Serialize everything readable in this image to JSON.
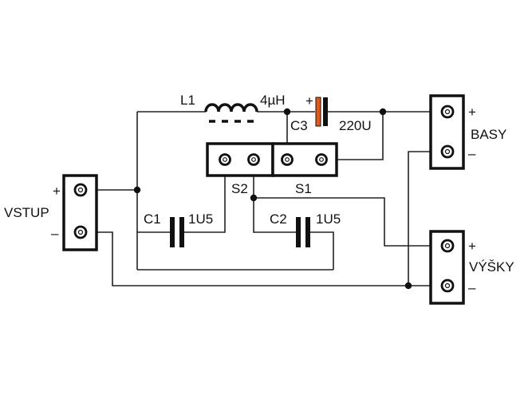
{
  "connectors": {
    "input": {
      "name": "VSTUP",
      "plus": "+",
      "minus": "–"
    },
    "bass": {
      "name": "BASY",
      "plus": "+",
      "minus": "–"
    },
    "treble": {
      "name": "VÝŠKY",
      "plus": "+",
      "minus": "–"
    }
  },
  "components": {
    "inductor": {
      "ref": "L1",
      "value": "4µH"
    },
    "c1": {
      "ref": "C1",
      "value": "1U5"
    },
    "c2": {
      "ref": "C2",
      "value": "1U5"
    },
    "c3": {
      "ref": "C3",
      "value": "220U",
      "polarity": "+"
    }
  },
  "switches": {
    "s1": "S1",
    "s2": "S2"
  },
  "colors": {
    "ink": "#111111",
    "electrolytic_plate": "#e05a1c"
  }
}
